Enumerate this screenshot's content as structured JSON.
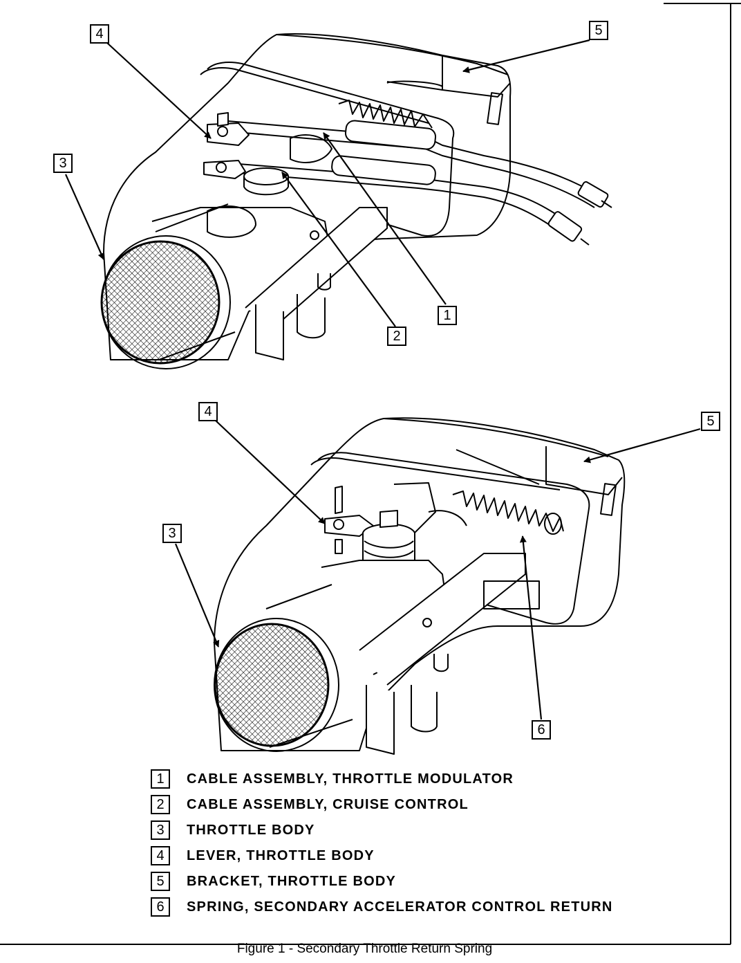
{
  "callouts_top": [
    {
      "id": "cb-top-4",
      "label": "4"
    },
    {
      "id": "cb-top-5",
      "label": "5"
    },
    {
      "id": "cb-top-3",
      "label": "3"
    },
    {
      "id": "cb-top-1",
      "label": "1"
    },
    {
      "id": "cb-top-2",
      "label": "2"
    }
  ],
  "callouts_bottom": [
    {
      "id": "cb-bot-4",
      "label": "4"
    },
    {
      "id": "cb-bot-5",
      "label": "5"
    },
    {
      "id": "cb-bot-3",
      "label": "3"
    },
    {
      "id": "cb-bot-6",
      "label": "6"
    }
  ],
  "legend": [
    {
      "num": "1",
      "text": "CABLE ASSEMBLY, THROTTLE MODULATOR"
    },
    {
      "num": "2",
      "text": "CABLE ASSEMBLY, CRUISE CONTROL"
    },
    {
      "num": "3",
      "text": "THROTTLE BODY"
    },
    {
      "num": "4",
      "text": "LEVER, THROTTLE BODY"
    },
    {
      "num": "5",
      "text": "BRACKET, THROTTLE BODY"
    },
    {
      "num": "6",
      "text": "SPRING, SECONDARY ACCELERATOR CONTROL RETURN"
    }
  ],
  "caption": "Figure 1 - Secondary Throttle Return Spring"
}
